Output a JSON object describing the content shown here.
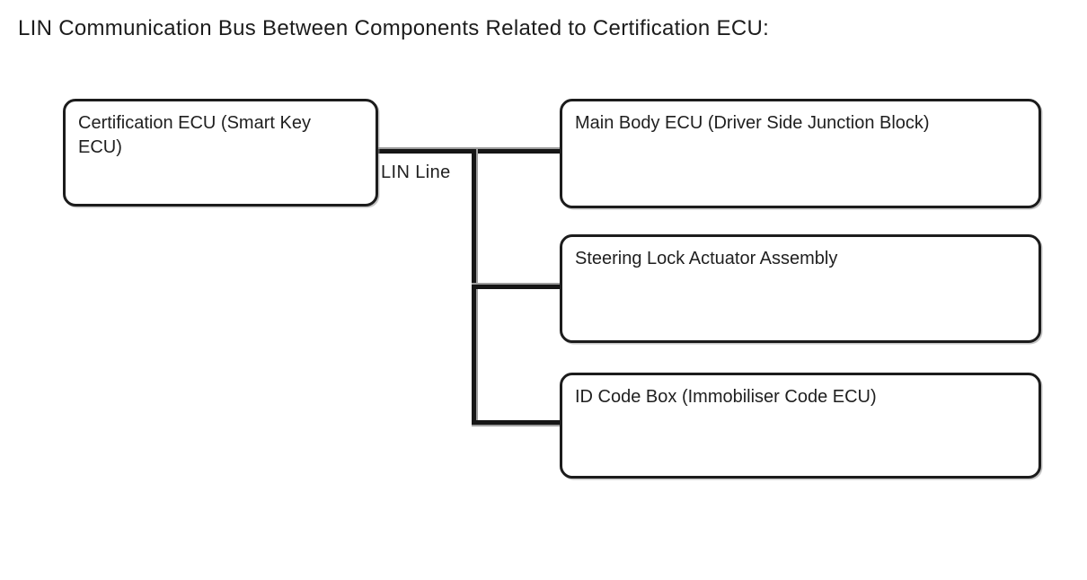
{
  "title": "LIN Communication Bus Between Components Related to Certification ECU:",
  "bus": {
    "label": "LIN Line"
  },
  "nodes": {
    "left": {
      "label": "Certification ECU (Smart Key ECU)"
    },
    "right": [
      {
        "label": "Main Body ECU (Driver Side Junction Block)"
      },
      {
        "label": "Steering Lock Actuator Assembly"
      },
      {
        "label": "ID Code Box (Immobiliser Code ECU)"
      }
    ]
  },
  "colors": {
    "background": "#ffffff",
    "line": "#161616",
    "line_shadow": "#9e9e9e",
    "box_border": "#1c1c1c",
    "text": "#1f1f1f"
  }
}
